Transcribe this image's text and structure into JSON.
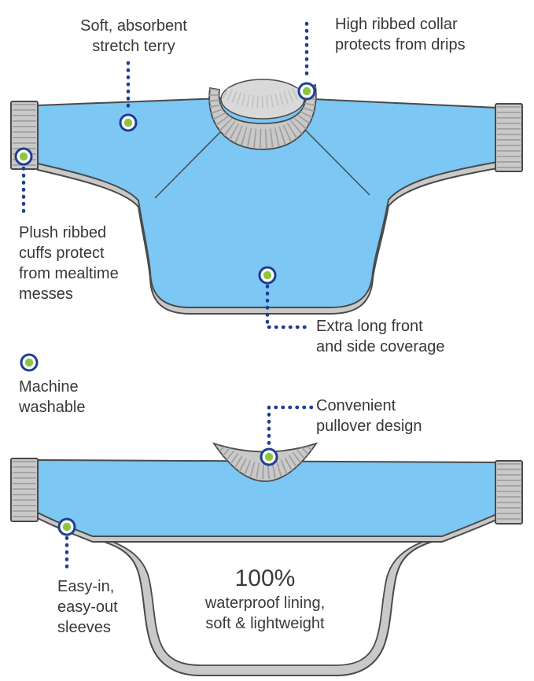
{
  "diagram_subject": "long-sleeved baby bib feature diagram",
  "callouts": {
    "stretch_terry": {
      "label": "Soft, absorbent\nstretch terry"
    },
    "ribbed_collar": {
      "label": "High ribbed collar\nprotects from drips"
    },
    "plush_cuffs": {
      "label": "Plush ribbed\ncuffs protect\nfrom mealtime\nmesses"
    },
    "long_coverage": {
      "label": "Extra long front\nand side coverage"
    },
    "machine_washable": {
      "label": "Machine\nwashable"
    },
    "pullover": {
      "label": "Convenient\npullover design"
    },
    "easy_sleeves": {
      "label": "Easy-in,\neasy-out\nsleeves"
    }
  },
  "lining": {
    "headline": "100%",
    "description": "waterproof lining,\nsoft & lightweight"
  },
  "colors": {
    "bib_blue": "#7cc7f3",
    "trim_gray": "#c9c9c9",
    "collar_inner_gray": "#d9d9d9",
    "outline_gray": "#4a4a4a",
    "rib_gray": "#a0a0a0",
    "marker_green": "#8cc63e",
    "marker_ring_navy": "#1e3e92",
    "dotted_line_navy": "#1e3e92",
    "text_color": "#383838"
  }
}
